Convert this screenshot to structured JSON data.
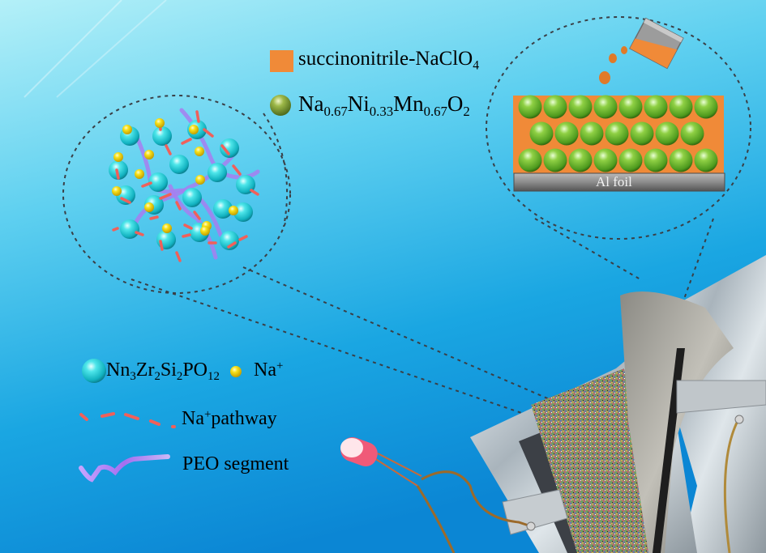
{
  "diagram": {
    "type": "graphical-abstract",
    "colors": {
      "background_top": "#a9ecf6",
      "background_bottom": "#0a86d6",
      "llzo_particle": "#22d0d6",
      "na_ion": "#f4dc14",
      "na_pathway": "#f0605a",
      "peo_segment": "#a77ef0",
      "succinonitrile": "#f08a38",
      "cathode_particle": "#7ec234",
      "al_foil": "#8a8a8a",
      "dashed_outline": "#3a3f46"
    },
    "legend_top": {
      "succinonitrile": {
        "main": "succinonitrile-NaClO",
        "sub": "4"
      },
      "cathode": {
        "parts": [
          {
            "text": "Na",
            "sub": "0.67"
          },
          {
            "text": "Ni",
            "sub": "0.33"
          },
          {
            "text": "Mn",
            "sub": "0.67"
          },
          {
            "text": "O",
            "sub": "2"
          }
        ]
      }
    },
    "cathode_inset": {
      "foil_label": "Al foil",
      "rows": [
        8,
        7,
        8
      ]
    },
    "legend_bottom": {
      "particle": {
        "parts": [
          {
            "text": "Nn",
            "sub": "3"
          },
          {
            "text": "Zr",
            "sub": "2"
          },
          {
            "text": "Si",
            "sub": "2"
          },
          {
            "text": "PO",
            "sub": "12"
          }
        ]
      },
      "ion": {
        "main": "Na",
        "sup": "+"
      },
      "pathway": {
        "main": "Na",
        "sup": "+",
        "rest": "pathway"
      },
      "peo": {
        "label": "PEO segment"
      }
    }
  }
}
